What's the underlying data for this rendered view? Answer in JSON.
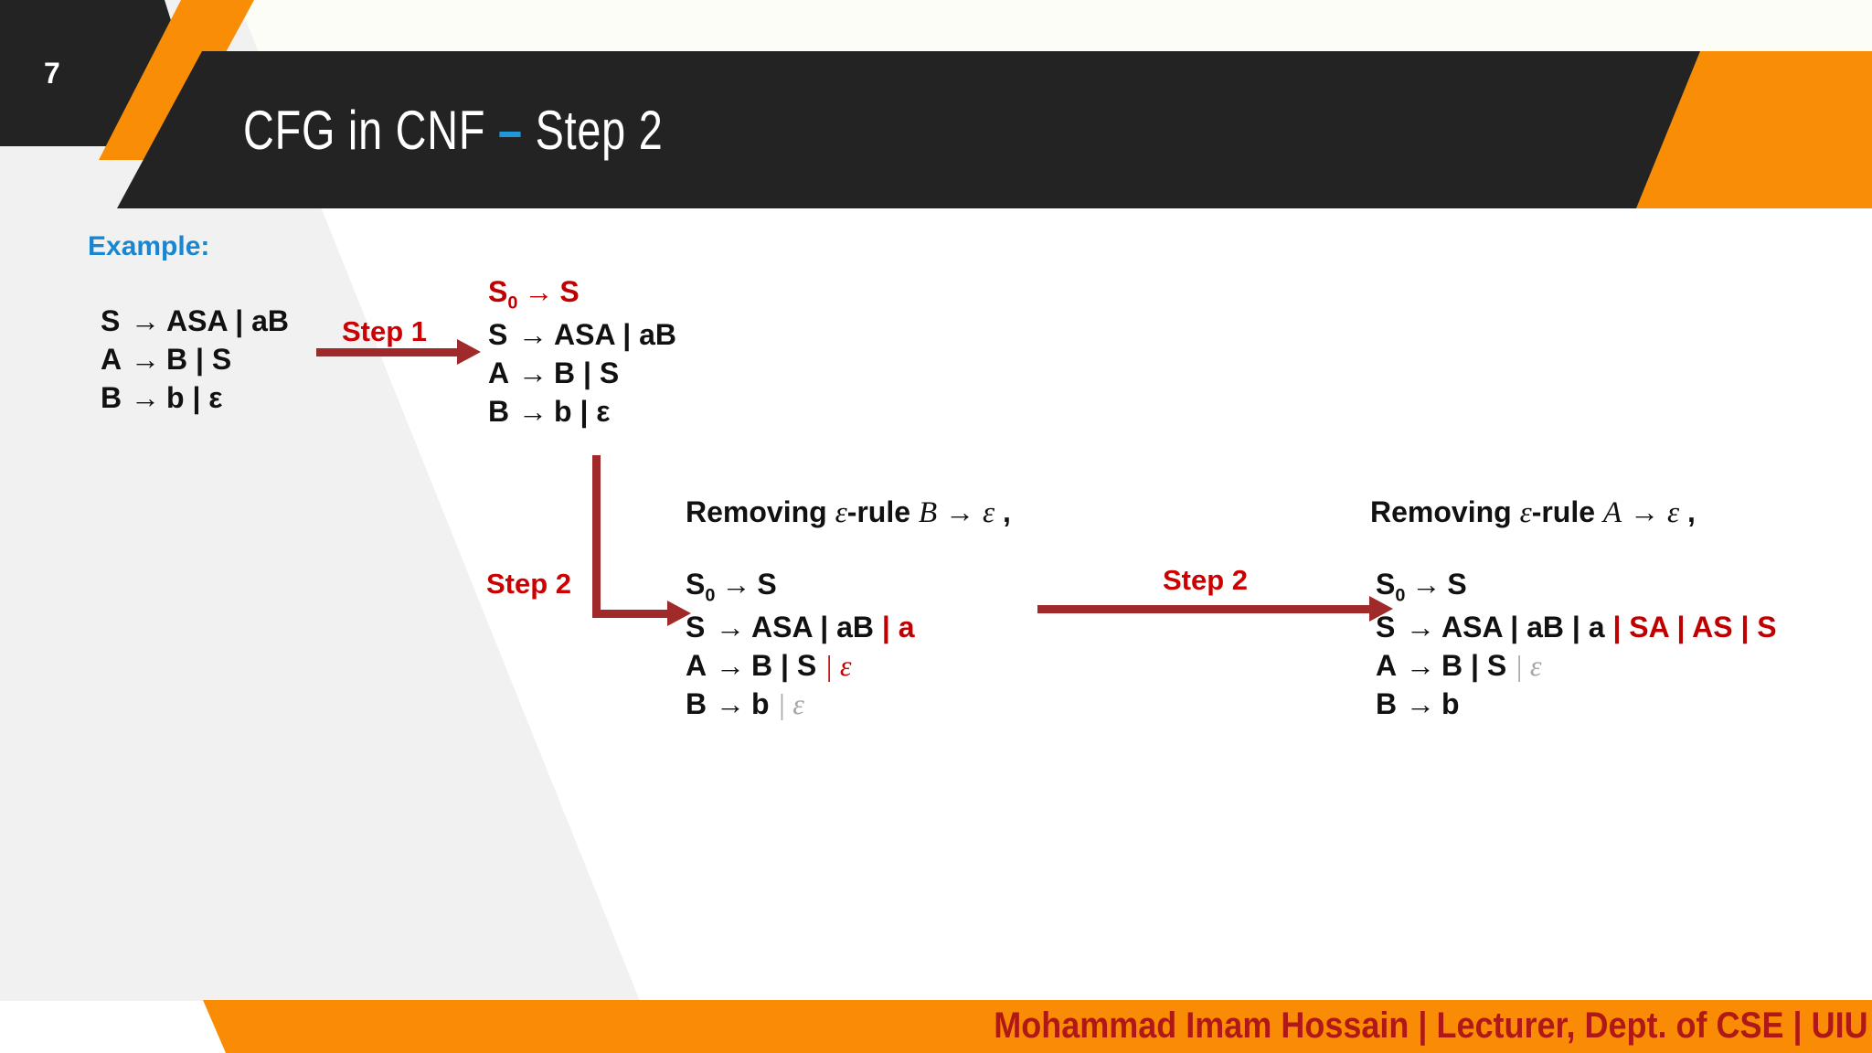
{
  "slide": {
    "number": "7",
    "title_main": "CFG in CNF ",
    "title_dash": "–",
    "title_rest": " Step 2",
    "accent_orange": "#f98e06",
    "accent_dark": "#232323",
    "accent_blue": "#2196d8",
    "accent_red": "#c00000",
    "accent_darkred": "#a02a2a"
  },
  "body": {
    "example_label": "Example:"
  },
  "grammar_original": {
    "name": "original-grammar",
    "lines": [
      {
        "lhs": "S",
        "arrow": "→",
        "rhs": "ASA | aB"
      },
      {
        "lhs": "A",
        "arrow": "→",
        "rhs": "B | S"
      },
      {
        "lhs": "B",
        "arrow": "→",
        "rhs": "b | ε"
      }
    ]
  },
  "grammar_step1": {
    "name": "step1-grammar",
    "lines": [
      {
        "lhs": "S",
        "sub": "0",
        "arrow": "→",
        "rhs": "S",
        "color": "red"
      },
      {
        "lhs": "S",
        "arrow": "→",
        "rhs": "ASA | aB"
      },
      {
        "lhs": "A",
        "arrow": "→",
        "rhs": "B | S"
      },
      {
        "lhs": "B",
        "arrow": "→",
        "rhs": "b | ε"
      }
    ]
  },
  "grammar_mid": {
    "name": "step2-remove-B-grammar",
    "lines": [
      {
        "lhs": "S",
        "sub": "0",
        "arrow": "→",
        "rhs": "S"
      },
      {
        "lhs": "S",
        "arrow": "→",
        "rhs": "ASA | aB",
        "added": "| a"
      },
      {
        "lhs": "A",
        "arrow": "→",
        "rhs": "B | S",
        "added": "| ε"
      },
      {
        "lhs": "B",
        "arrow": "→",
        "rhs": "b",
        "removed": "| ε"
      }
    ]
  },
  "grammar_right": {
    "name": "step2-remove-A-grammar",
    "lines": [
      {
        "lhs": "S",
        "sub": "0",
        "arrow": "→",
        "rhs": "S"
      },
      {
        "lhs": "S",
        "arrow": "→",
        "rhs": "ASA | aB | a",
        "added": "| SA | AS | S"
      },
      {
        "lhs": "A",
        "arrow": "→",
        "rhs": "B | S",
        "removed": "| ε"
      },
      {
        "lhs": "B",
        "arrow": "→",
        "rhs": "b"
      }
    ]
  },
  "headings": {
    "removing_b": {
      "prefix": "Removing ",
      "eps": "ε",
      "rule_word": "-rule ",
      "symbol": "B",
      "arrow": " → ",
      "eps2": "ε",
      "comma": " ,"
    },
    "removing_a": {
      "prefix": "Removing ",
      "eps": "ε",
      "rule_word": "-rule ",
      "symbol": "A",
      "arrow": " → ",
      "eps2": "ε",
      "comma": " ,"
    }
  },
  "arrows": {
    "step1_label": "Step 1",
    "step2a_label": "Step 2",
    "step2b_label": "Step 2"
  },
  "footer": {
    "text": "Mohammad Imam Hossain | Lecturer, Dept. of CSE | UIU"
  }
}
